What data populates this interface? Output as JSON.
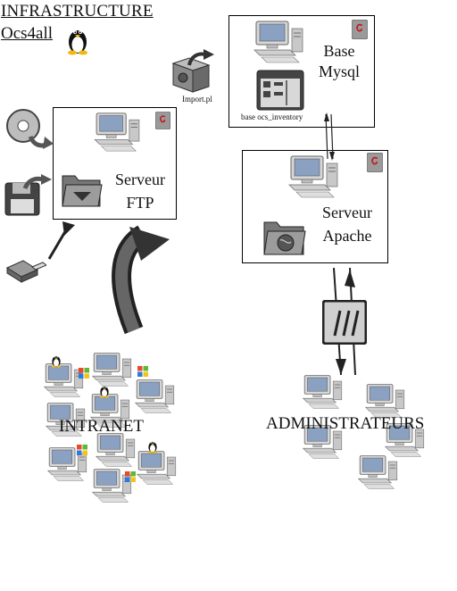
{
  "header": {
    "title": "INFRASTRUCTURE",
    "subtitle": "Ocs4all"
  },
  "servers": {
    "mysql": {
      "line1": "Base",
      "line2": "Mysql",
      "db_label": "base ocs_inventory"
    },
    "ftp": {
      "line1": "Serveur",
      "line2": "FTP"
    },
    "apache": {
      "line1": "Serveur",
      "line2": "Apache"
    }
  },
  "import_label": "Import.pl",
  "groups": {
    "intranet": "INTRANET",
    "admins": "ADMINISTRATEURS"
  },
  "colors": {
    "screen": "#7f93b0",
    "metal": "#cfcfcf",
    "dark": "#3a3a3a",
    "debian_red": "#c4161c"
  },
  "icons": [
    "linux-penguin-icon",
    "cd-icon",
    "floppy-icon",
    "usb-icon",
    "import-box-icon",
    "database-icon",
    "folder-icon",
    "globe-folder-icon",
    "firewall-icon",
    "windows-logo-icon",
    "debian-logo-icon",
    "computer-icon"
  ]
}
